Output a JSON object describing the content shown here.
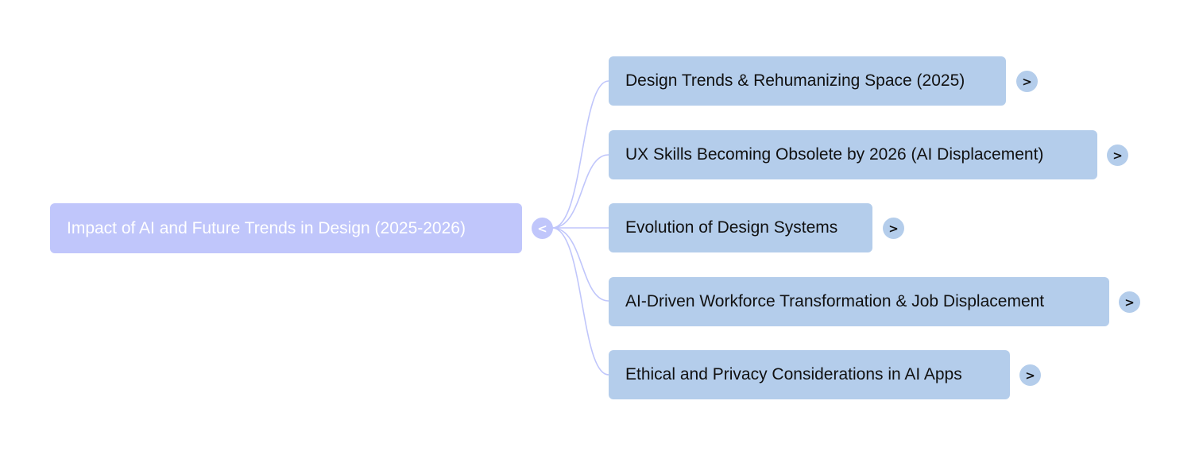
{
  "mindmap": {
    "root": {
      "label": "Impact of AI and Future Trends in Design (2025-2026)",
      "toggle": "<"
    },
    "children": [
      {
        "label": "Design Trends & Rehumanizing Space (2025)",
        "toggle": ">"
      },
      {
        "label": "UX Skills Becoming Obsolete by 2026 (AI Displacement)",
        "toggle": ">"
      },
      {
        "label": "Evolution of Design Systems",
        "toggle": ">"
      },
      {
        "label": "AI-Driven Workforce Transformation & Job Displacement",
        "toggle": ">"
      },
      {
        "label": "Ethical and Privacy Considerations in AI Apps",
        "toggle": ">"
      }
    ]
  },
  "colors": {
    "root_fill": "#c0c6fb",
    "child_fill": "#b4cdeb",
    "connector": "#c0c6fb",
    "root_text": "#ffffff",
    "child_text": "#111111"
  },
  "icons": {
    "collapse": "chevron-left-icon",
    "expand": "chevron-right-icon"
  }
}
